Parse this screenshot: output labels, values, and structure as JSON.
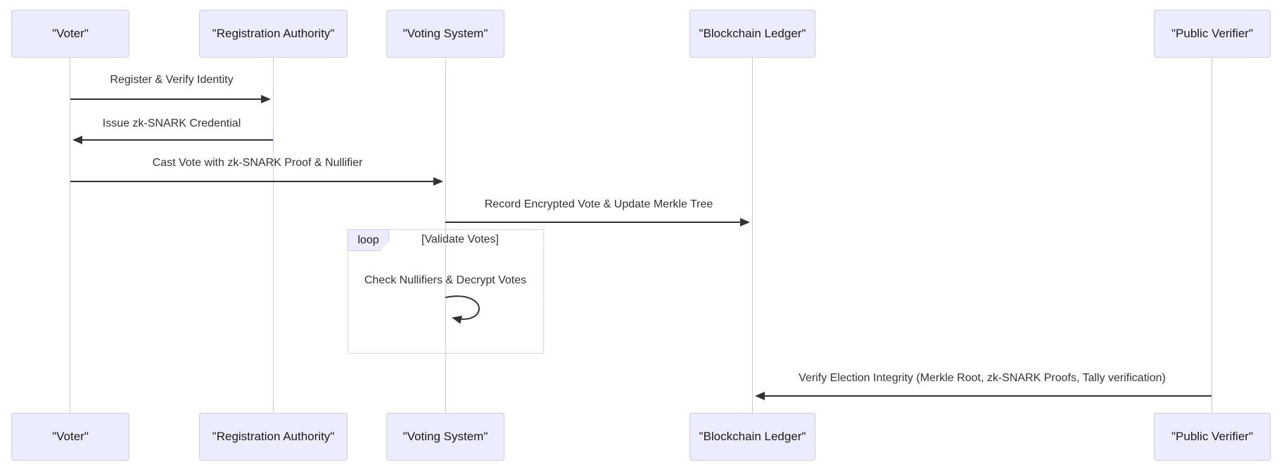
{
  "diagram": {
    "type": "sequence-diagram",
    "title": "",
    "actors": [
      {
        "id": "voter",
        "label": "\"Voter\""
      },
      {
        "id": "registration-authority",
        "label": "\"Registration Authority\""
      },
      {
        "id": "voting-system",
        "label": "\"Voting System\""
      },
      {
        "id": "blockchain-ledger",
        "label": "\"Blockchain Ledger\""
      },
      {
        "id": "public-verifier",
        "label": "\"Public Verifier\""
      }
    ],
    "messages": [
      {
        "from": "\"Voter\"",
        "to": "\"Registration Authority\"",
        "label": "Register & Verify Identity",
        "direction": "right",
        "style": "solid"
      },
      {
        "from": "\"Registration Authority\"",
        "to": "\"Voter\"",
        "label": "Issue zk-SNARK Credential",
        "direction": "left",
        "style": "solid"
      },
      {
        "from": "\"Voter\"",
        "to": "\"Voting System\"",
        "label": "Cast Vote with zk-SNARK Proof & Nullifier",
        "direction": "right",
        "style": "solid"
      },
      {
        "from": "\"Voting System\"",
        "to": "\"Blockchain Ledger\"",
        "label": "Record Encrypted Vote & Update Merkle Tree",
        "direction": "right",
        "style": "solid"
      },
      {
        "from": "\"Public Verifier\"",
        "to": "\"Blockchain Ledger\"",
        "label": "Verify Election Integrity (Merkle Root, zk-SNARK Proofs, Tally verification)",
        "direction": "left",
        "style": "solid"
      }
    ],
    "loop": {
      "keyword": "loop",
      "condition": "[Validate Votes]",
      "self_message": {
        "actor": "\"Voting System\"",
        "label": "Check Nullifiers & Decrypt Votes"
      }
    },
    "colors": {
      "background": "#FFFFFF",
      "actor_fill": "#ECECFF",
      "actor_border": "#CCCCE6",
      "lifeline": "#CCC9E3",
      "message_line": "#333333",
      "message_text": "#333333",
      "loop_border": "#B9B9CF"
    }
  }
}
